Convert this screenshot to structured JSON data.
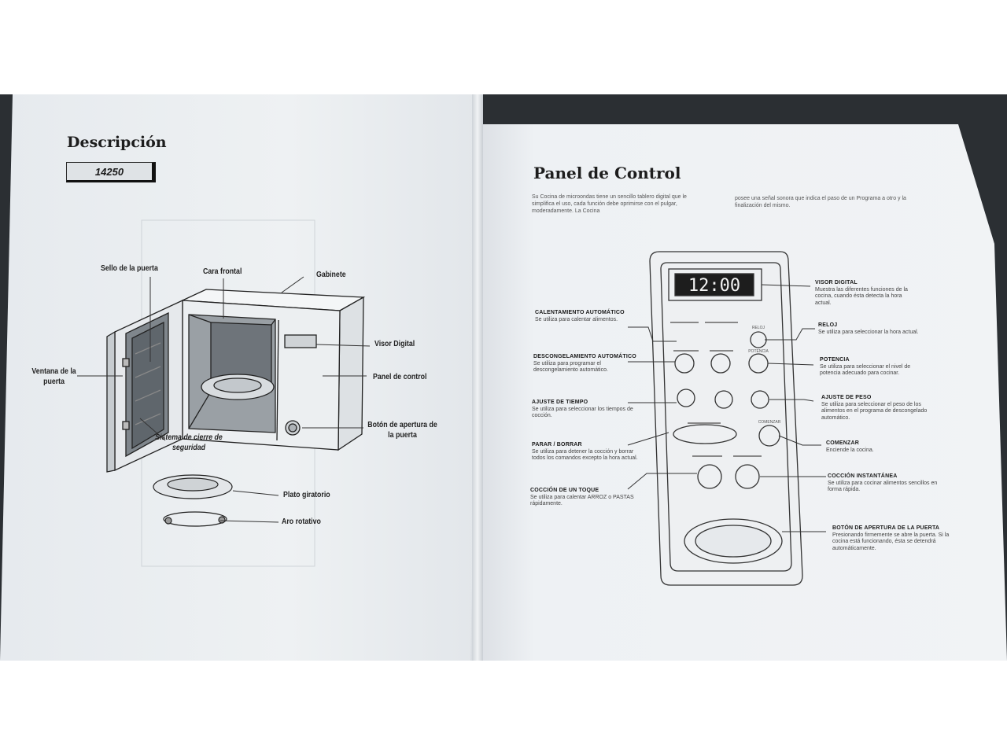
{
  "left_page": {
    "heading": "Descripción",
    "model": "14250",
    "labels": {
      "door_seal": "Sello de la puerta",
      "front_face": "Cara frontal",
      "cabinet": "Gabinete",
      "door_window": "Ventana de la puerta",
      "digital_display": "Visor Digital",
      "control_panel": "Panel de control",
      "door_open_button": "Botón de apertura de la puerta",
      "safety_lock": "Sistema de cierre de seguridad",
      "turntable": "Plato giratorio",
      "rotating_ring": "Aro rotativo"
    }
  },
  "right_page": {
    "heading": "Panel de Control",
    "intro_left": "Su Cocina de microondas tiene un sencillo tablero digital que le simplifica el uso, cada función debe oprimirse con el pulgar, moderadamente. La Cocina",
    "intro_right": "posee una señal sonora que indica el paso de un Programa a otro y la finalización del mismo.",
    "display_time": "12:00",
    "callouts": {
      "auto_heat": {
        "title": "CALENTAMIENTO AUTOMÁTICO",
        "desc": "Se utiliza para calentar alimentos."
      },
      "auto_defrost": {
        "title": "DESCONGELAMIENTO AUTOMÁTICO",
        "desc": "Se utiliza para programar el descongelamiento automático."
      },
      "time_adjust": {
        "title": "AJUSTE DE TIEMPO",
        "desc": "Se utiliza para seleccionar los tiempos de cocción."
      },
      "stop_clear": {
        "title": "PARAR / BORRAR",
        "desc": "Se utiliza para detener la cocción y borrar todos los comandos excepto la hora actual."
      },
      "one_touch": {
        "title": "COCCIÓN DE UN TOQUE",
        "desc": "Se utiliza para calentar ARROZ o PASTAS rápidamente."
      },
      "display": {
        "title": "VISOR DIGITAL",
        "desc": "Muestra las diferentes funciones de la cocina, cuando ésta detecta la hora actual."
      },
      "clock": {
        "title": "RELOJ",
        "desc": "Se utiliza para seleccionar la hora actual."
      },
      "power": {
        "title": "POTENCIA",
        "desc": "Se utiliza para seleccionar el nivel de potencia adecuado para cocinar."
      },
      "weight": {
        "title": "AJUSTE DE PESO",
        "desc": "Se utiliza para seleccionar el peso de los alimentos en el programa de descongelado automático."
      },
      "start": {
        "title": "COMENZAR",
        "desc": "Enciende la cocina."
      },
      "instant": {
        "title": "COCCIÓN INSTANTÁNEA",
        "desc": "Se utiliza para cocinar alimentos sencillos en forma rápida."
      },
      "door_button": {
        "title": "BOTÓN DE APERTURA DE LA PUERTA",
        "desc": "Presionando firmemente se abre la puerta. Si la cocina está funcionando, ésta se detendrá automáticamente."
      }
    },
    "panel_text": {
      "reloj": "RELOJ",
      "potencia": "POTENCIA",
      "comenzar": "COMENZAR"
    }
  }
}
